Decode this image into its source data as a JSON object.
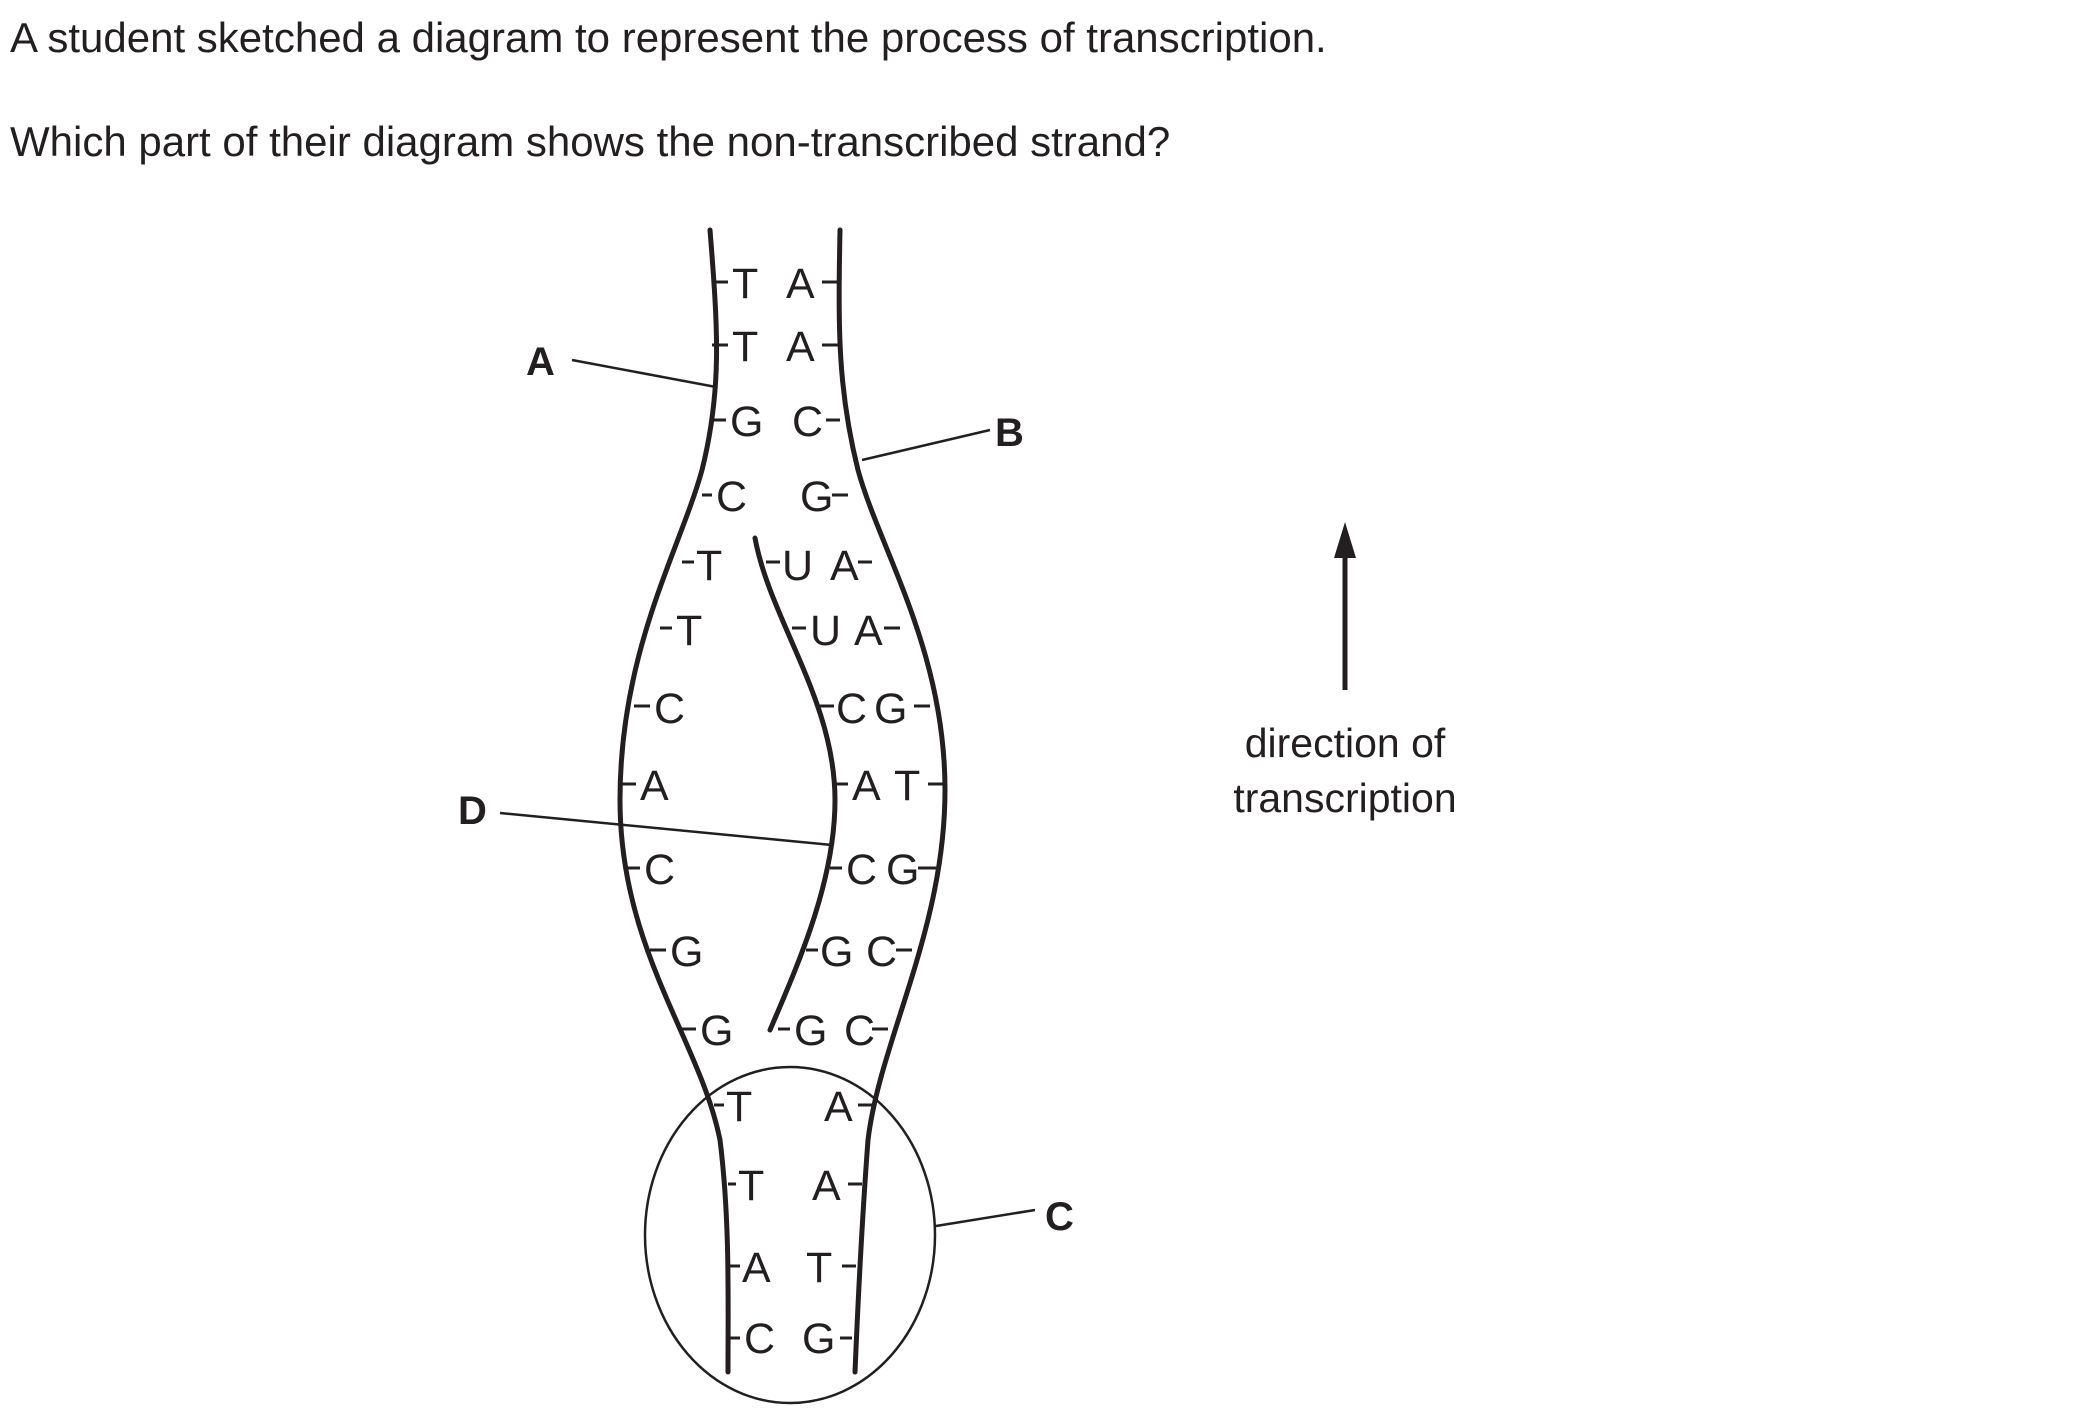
{
  "question": {
    "line1": "A student sketched a diagram to represent the process of transcription.",
    "line2": "Which part of their diagram shows the non-transcribed strand?"
  },
  "labels": {
    "a": "A",
    "b": "B",
    "c": "C",
    "d": "D"
  },
  "direction": {
    "line1": "direction of",
    "line2": "transcription"
  },
  "bases": {
    "left_strand": [
      "T",
      "T",
      "G",
      "C",
      "T",
      "T",
      "C",
      "A",
      "C",
      "G",
      "G",
      "T",
      "T",
      "A",
      "C"
    ],
    "right_strand": [
      "A",
      "A",
      "C",
      "G",
      "A",
      "A",
      "G",
      "T",
      "G",
      "C",
      "C",
      "A",
      "A",
      "T",
      "G"
    ],
    "rna": [
      "U",
      "U",
      "C",
      "A",
      "C",
      "G",
      "G"
    ]
  }
}
